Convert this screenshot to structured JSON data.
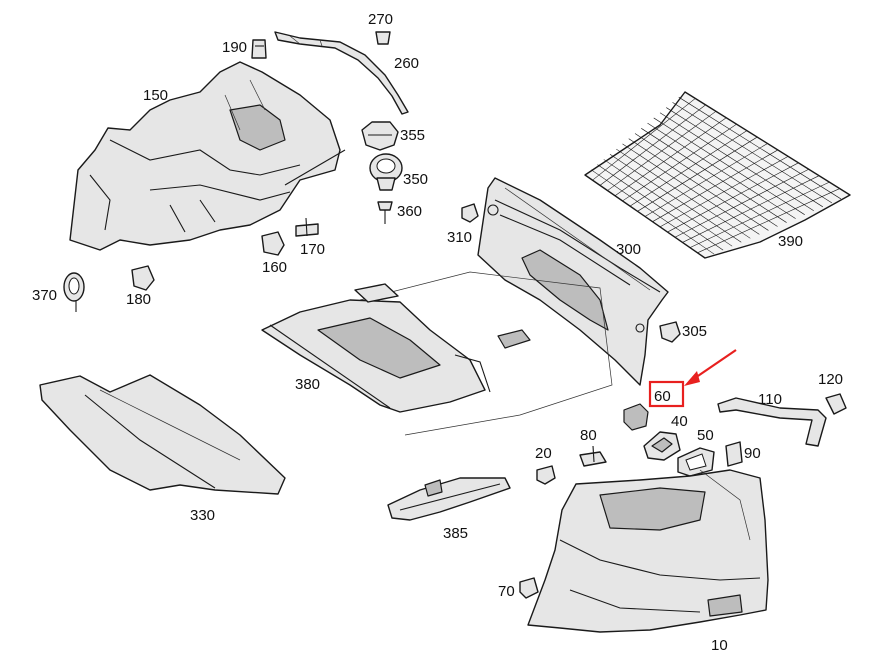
{
  "labels": {
    "l10": "10",
    "l20": "20",
    "l40": "40",
    "l50": "50",
    "l60": "60",
    "l70": "70",
    "l80": "80",
    "l90": "90",
    "l110": "110",
    "l120": "120",
    "l150": "150",
    "l160": "160",
    "l170": "170",
    "l180": "180",
    "l190": "190",
    "l260": "260",
    "l270": "270",
    "l300": "300",
    "l305": "305",
    "l310": "310",
    "l330": "330",
    "l350": "350",
    "l355": "355",
    "l360": "360",
    "l370": "370",
    "l380": "380",
    "l385": "385",
    "l390": "390"
  },
  "highlight": {
    "part": "60",
    "color": "#e8201f"
  },
  "colors": {
    "line": "#1a1a1a",
    "part_fill": "#e6e6e6",
    "highlight": "#e8201f"
  }
}
